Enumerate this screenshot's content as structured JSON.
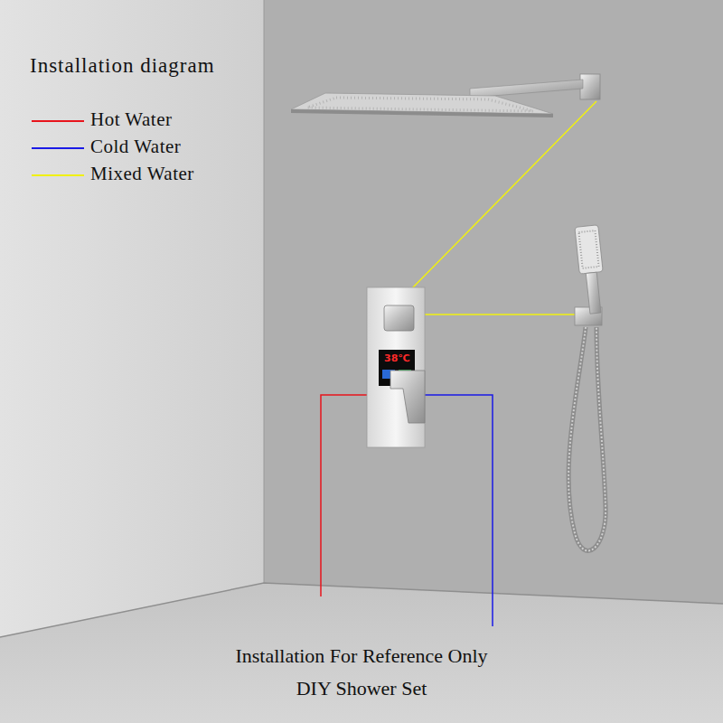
{
  "diagram": {
    "title": "Installation diagram",
    "caption": "Installation For Reference Only DIY Shower Set",
    "labels": [
      "38℃"
    ],
    "legend": [
      {
        "text": "Hot Water",
        "color": "#e8141c"
      },
      {
        "text": "Cold Water",
        "color": "#1a1ae6"
      },
      {
        "text": "Mixed Water",
        "color": "#f0f010"
      }
    ]
  }
}
